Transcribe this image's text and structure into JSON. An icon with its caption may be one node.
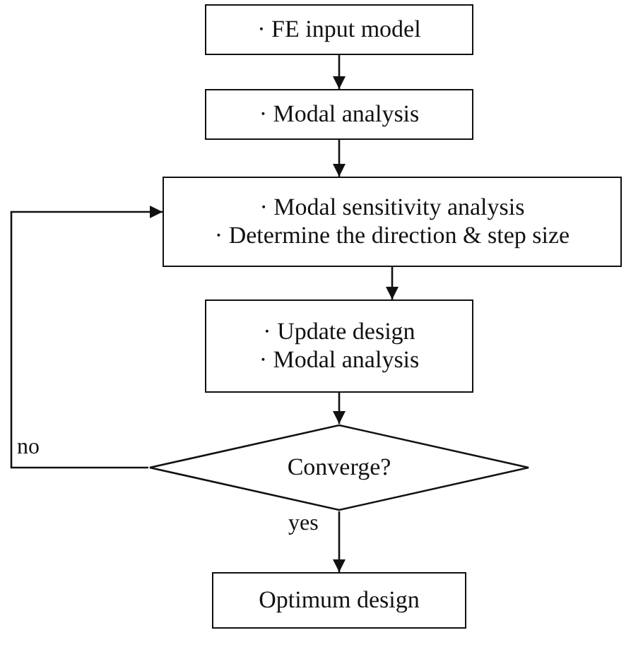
{
  "diagram": {
    "nodes": [
      {
        "text": [
          "· FE input model"
        ]
      },
      {
        "text": [
          "· Modal analysis"
        ]
      },
      {
        "text": [
          "· Modal sensitivity analysis",
          "· Determine the direction & step size"
        ]
      },
      {
        "text": [
          "· Update design",
          "· Modal analysis"
        ]
      },
      {
        "text": [
          "Converge?"
        ]
      },
      {
        "text": [
          "Optimum design"
        ]
      }
    ],
    "edges": [
      {
        "from": 0,
        "to": 1,
        "arrow": "to"
      },
      {
        "from": 1,
        "to": 2,
        "arrow": "to"
      },
      {
        "from": 2,
        "to": 3,
        "arrow": "to"
      },
      {
        "from": 3,
        "to": 4,
        "arrow": "to"
      },
      {
        "from": 4,
        "to": 5,
        "arrow": "to",
        "label": "yes"
      },
      {
        "from": 4,
        "to": 2,
        "arrow": "to",
        "label": "no"
      }
    ]
  }
}
